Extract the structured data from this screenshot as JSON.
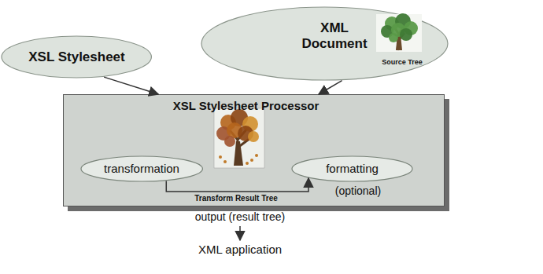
{
  "diagram": {
    "nodes": [
      {
        "text": [
          "XSL Stylesheet"
        ]
      },
      {
        "text": [
          "XML Document",
          "Source Tree"
        ]
      },
      {
        "text": [
          "XSL Stylesheet Processor"
        ]
      },
      {
        "text": [
          "transformation"
        ],
        "in": 2
      },
      {
        "text": [
          "formatting"
        ],
        "in": 2
      }
    ],
    "edges": [
      {
        "from": 0,
        "to": 2,
        "arrow": "to"
      },
      {
        "from": 1,
        "to": 2,
        "arrow": "to"
      },
      {
        "from": 3,
        "to": 4,
        "arrow": "to"
      }
    ],
    "labels": [
      "Transform Result Tree",
      "(optional)",
      "output (result tree)",
      "XML application"
    ]
  }
}
